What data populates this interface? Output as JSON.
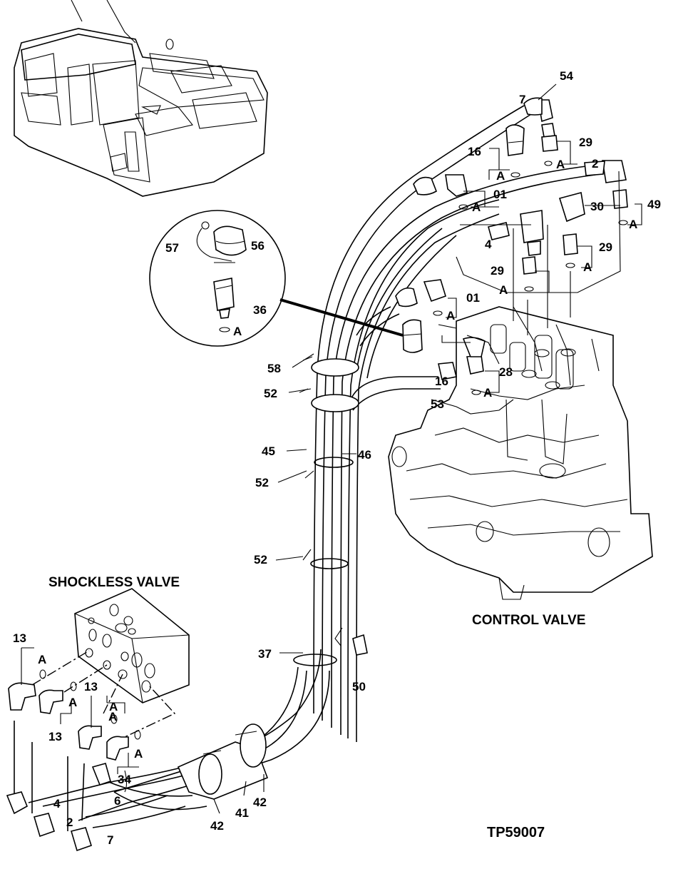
{
  "diagram": {
    "code": "TP59007",
    "section_titles": {
      "shockless_valve": "SHOCKLESS VALVE",
      "control_valve": "CONTROL VALVE"
    },
    "callouts": [
      {
        "id": "c54",
        "text": "54"
      },
      {
        "id": "c7_top",
        "text": "7"
      },
      {
        "id": "c29_a",
        "text": "29"
      },
      {
        "id": "c16_a",
        "text": "16"
      },
      {
        "id": "c2_top",
        "text": "2"
      },
      {
        "id": "c01_a",
        "text": "01"
      },
      {
        "id": "c30",
        "text": "30"
      },
      {
        "id": "c49",
        "text": "49"
      },
      {
        "id": "c4_top",
        "text": "4"
      },
      {
        "id": "c29_b",
        "text": "29"
      },
      {
        "id": "c29_c",
        "text": "29"
      },
      {
        "id": "c01_b",
        "text": "01"
      },
      {
        "id": "c57",
        "text": "57"
      },
      {
        "id": "c56",
        "text": "56"
      },
      {
        "id": "c36",
        "text": "36"
      },
      {
        "id": "c58",
        "text": "58"
      },
      {
        "id": "c28",
        "text": "28"
      },
      {
        "id": "c16_b",
        "text": "16"
      },
      {
        "id": "c52_a",
        "text": "52"
      },
      {
        "id": "c53",
        "text": "53"
      },
      {
        "id": "c45",
        "text": "45"
      },
      {
        "id": "c46",
        "text": "46"
      },
      {
        "id": "c52_b",
        "text": "52"
      },
      {
        "id": "c52_c",
        "text": "52"
      },
      {
        "id": "c13_a",
        "text": "13"
      },
      {
        "id": "c13_b",
        "text": "13"
      },
      {
        "id": "c13_c",
        "text": "13"
      },
      {
        "id": "c37",
        "text": "37"
      },
      {
        "id": "c50",
        "text": "50"
      },
      {
        "id": "c34",
        "text": "34"
      },
      {
        "id": "c6",
        "text": "6"
      },
      {
        "id": "c4_bot",
        "text": "4"
      },
      {
        "id": "c2_bot",
        "text": "2"
      },
      {
        "id": "c7_bot",
        "text": "7"
      },
      {
        "id": "c42_a",
        "text": "42"
      },
      {
        "id": "c41",
        "text": "41"
      },
      {
        "id": "c42_b",
        "text": "42"
      }
    ],
    "seal_marks": [
      {
        "id": "a1",
        "text": "A"
      },
      {
        "id": "a2",
        "text": "A"
      },
      {
        "id": "a3",
        "text": "A"
      },
      {
        "id": "a4",
        "text": "A"
      },
      {
        "id": "a5",
        "text": "A"
      },
      {
        "id": "a6",
        "text": "A"
      },
      {
        "id": "a7",
        "text": "A"
      },
      {
        "id": "a8",
        "text": "A"
      },
      {
        "id": "a9",
        "text": "A"
      },
      {
        "id": "a10",
        "text": "A"
      },
      {
        "id": "a11",
        "text": "A"
      },
      {
        "id": "a12",
        "text": "A"
      },
      {
        "id": "a13",
        "text": "A"
      },
      {
        "id": "a14",
        "text": "A"
      }
    ]
  }
}
